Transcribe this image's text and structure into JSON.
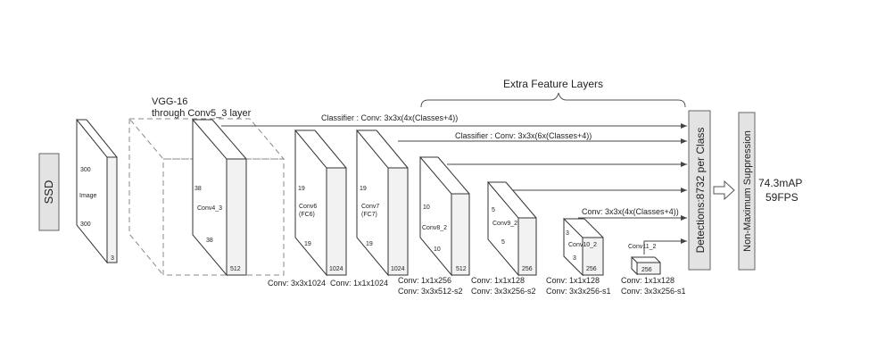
{
  "ssd_label": "SSD",
  "vgg": {
    "line1": "VGG-16",
    "line2": "through Conv5_3 layer"
  },
  "extra_title": "Extra Feature Layers",
  "classifiers": {
    "c1": "Classifier : Conv: 3x3x(4x(Classes+4))",
    "c2": "Classifier : Conv: 3x3x(6x(Classes+4))",
    "c3": "Conv: 3x3x(4x(Classes+4))"
  },
  "layers": {
    "image": {
      "name": "Image",
      "w": "300",
      "h": "300",
      "d": "3"
    },
    "conv4": {
      "name": "Conv4_3",
      "w": "38",
      "h": "38",
      "d": "512"
    },
    "conv6": {
      "name1": "Conv6",
      "name2": "(FC6)",
      "w": "19",
      "h": "19",
      "d": "1024",
      "caption": "Conv: 3x3x1024"
    },
    "conv7": {
      "name1": "Conv7",
      "name2": "(FC7)",
      "w": "19",
      "h": "19",
      "d": "1024",
      "caption": "Conv: 1x1x1024"
    },
    "conv8": {
      "name": "Conv8_2",
      "w": "10",
      "h": "10",
      "d": "512",
      "cap1": "Conv: 1x1x256",
      "cap2": "Conv:  3x3x512-s2"
    },
    "conv9": {
      "name": "Conv9_2",
      "w": "5",
      "h": "5",
      "d": "256",
      "cap1": "Conv: 1x1x128",
      "cap2": "Conv: 3x3x256-s2"
    },
    "conv10": {
      "name": "Conv10_2",
      "w": "3",
      "h": "3",
      "d": "256",
      "cap1": "Conv: 1x1x128",
      "cap2": "Conv: 3x3x256-s1"
    },
    "conv11": {
      "name": "Conv11_2",
      "d": "256",
      "cap1": "Conv: 1x1x128",
      "cap2": "Conv: 3x3x256-s1"
    }
  },
  "detections": "Detections:8732  per Class",
  "nms": "Non-Maximum Suppression",
  "result": {
    "map": "74.3mAP",
    "fps": "59FPS"
  }
}
